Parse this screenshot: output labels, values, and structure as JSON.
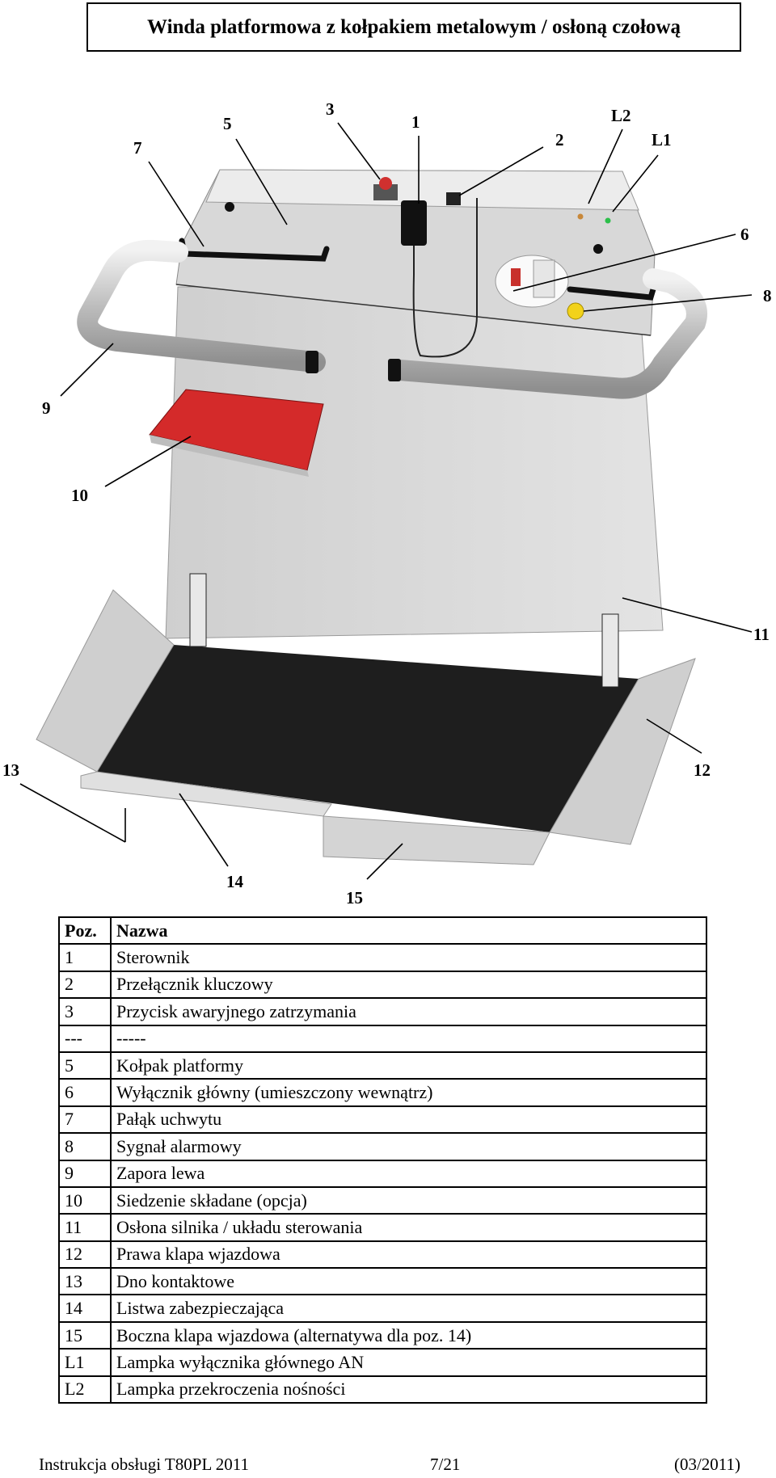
{
  "title": "Winda platformowa z kołpakiem metalowym / osłoną czołową",
  "callouts": [
    "7",
    "5",
    "3",
    "1",
    "2",
    "L2",
    "L1",
    "6",
    "8",
    "9",
    "10",
    "11",
    "13",
    "12",
    "14",
    "15"
  ],
  "table": {
    "headers": [
      "Poz.",
      "Nazwa"
    ],
    "rows": [
      [
        "1",
        "Sterownik"
      ],
      [
        "2",
        "Przełącznik kluczowy"
      ],
      [
        "3",
        "Przycisk awaryjnego zatrzymania"
      ],
      [
        "---",
        "-----"
      ],
      [
        "5",
        "Kołpak platformy"
      ],
      [
        "6",
        "Wyłącznik główny (umieszczony wewnątrz)"
      ],
      [
        "7",
        "Pałąk uchwytu"
      ],
      [
        "8",
        "Sygnał alarmowy"
      ],
      [
        "9",
        "Zapora lewa"
      ],
      [
        "10",
        "Siedzenie składane (opcja)"
      ],
      [
        "11",
        "Osłona silnika / układu sterowania"
      ],
      [
        "12",
        "Prawa klapa wjazdowa"
      ],
      [
        "13",
        "Dno kontaktowe"
      ],
      [
        "14",
        "Listwa zabezpieczająca"
      ],
      [
        "15",
        "Boczna klapa wjazdowa (alternatywa dla poz. 14)"
      ],
      [
        "L1",
        "Lampka wyłącznika głównego AN"
      ],
      [
        "L2",
        "Lampka przekroczenia nośności"
      ]
    ]
  },
  "footer": {
    "left": "Instrukcja obsługi  T80PL 2011",
    "center": "7/21",
    "right": "(03/2011)"
  },
  "colors": {
    "panel": "#d9d9d9",
    "platform": "#1e1e1e",
    "seat": "#d42a2a",
    "alarm": "#f2d21a"
  }
}
